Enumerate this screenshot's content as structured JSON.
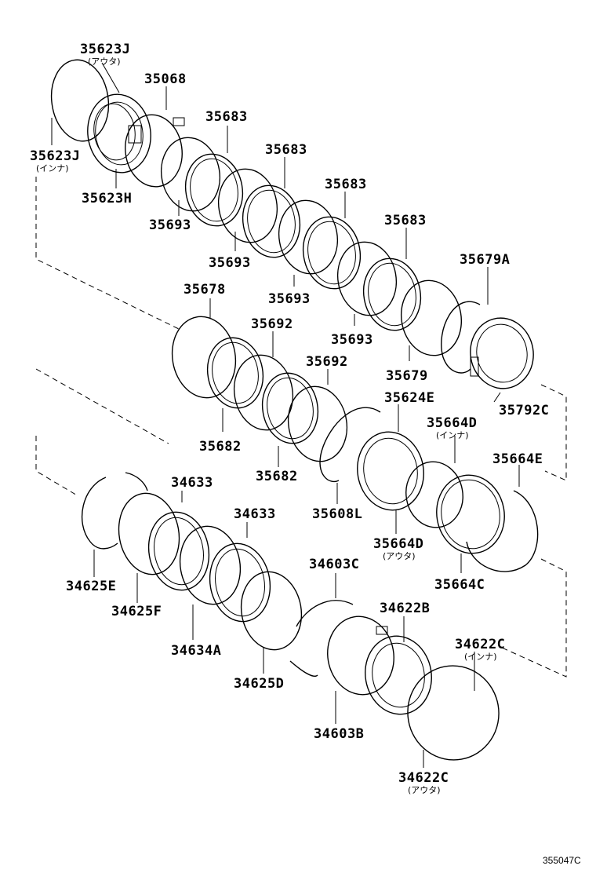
{
  "diagram": {
    "reference_code": "355047C",
    "labels": {
      "p35623J_outer": "35623J",
      "p35623J_outer_note": "(アウタ)",
      "p35068": "35068",
      "p35623J_inner": "35623J",
      "p35623J_inner_note": "(インナ)",
      "p35623H": "35623H",
      "p35683_a": "35683",
      "p35683_b": "35683",
      "p35683_c": "35683",
      "p35683_d": "35683",
      "p35693_a": "35693",
      "p35693_b": "35693",
      "p35693_c": "35693",
      "p35693_d": "35693",
      "p35679A": "35679A",
      "p35678": "35678",
      "p35692_a": "35692",
      "p35692_b": "35692",
      "p35679": "35679",
      "p35792C": "35792C",
      "p35682_a": "35682",
      "p35682_b": "35682",
      "p35624E": "35624E",
      "p35664D_inner": "35664D",
      "p35664D_inner_note": "(インナ)",
      "p35664E": "35664E",
      "p35608L": "35608L",
      "p35664D_outer": "35664D",
      "p35664D_outer_note": "(アウタ)",
      "p35664C": "35664C",
      "p34633_a": "34633",
      "p34633_b": "34633",
      "p34625E": "34625E",
      "p34625F": "34625F",
      "p34603C": "34603C",
      "p34634A": "34634A",
      "p34622B": "34622B",
      "p34622C_inner": "34622C",
      "p34622C_inner_note": "(インナ)",
      "p34625D": "34625D",
      "p34603B": "34603B",
      "p34622C_outer": "34622C",
      "p34622C_outer_note": "(アウタ)"
    }
  }
}
